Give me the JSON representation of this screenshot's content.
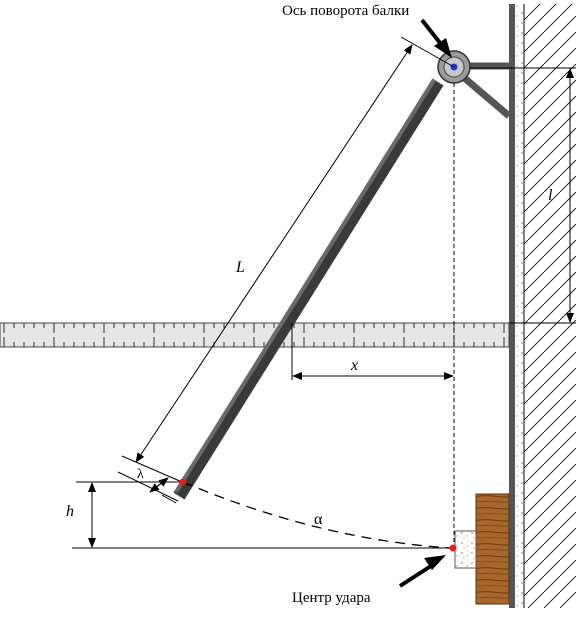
{
  "labels": {
    "pivot_axis": "Ось поворота балки",
    "impact_center": "Центр удара",
    "beam_length": "L",
    "pivot_height": "l",
    "displacement": "x",
    "drop_height": "h",
    "offset": "λ",
    "angle": "α"
  },
  "colors": {
    "beam": "#4a4a4a",
    "wall": "#555555",
    "ruler_fill": "#e6e6e6",
    "wood": "#a8662a",
    "marker_red": "#e0201c",
    "marker_blue": "#1a3fd0",
    "bearing": "#9a9a9a"
  },
  "icons": {
    "pointer": "arrow-icon",
    "pivot": "bearing-icon"
  }
}
